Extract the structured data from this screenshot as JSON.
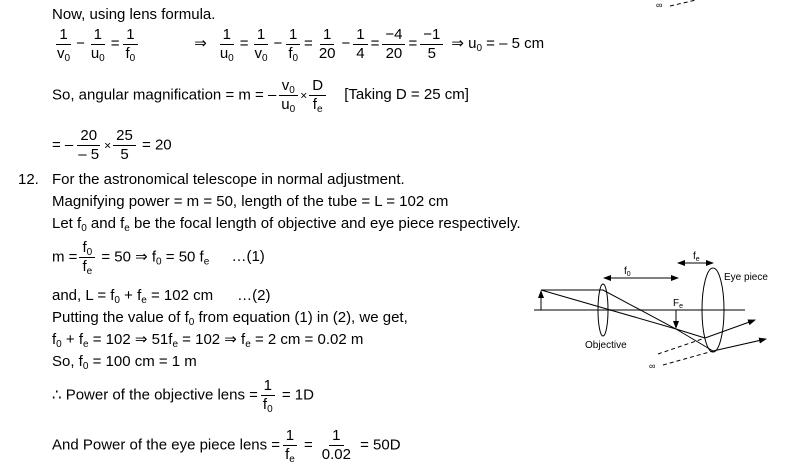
{
  "solution_11": {
    "intro": "Now, using lens formula.",
    "lens_formula": {
      "lhs": [
        {
          "n": "1",
          "d": "v",
          "ds": "0"
        },
        {
          "op": "−"
        },
        {
          "n": "1",
          "d": "u",
          "ds": "0"
        },
        {
          "op": "="
        },
        {
          "n": "1",
          "d": "f",
          "ds": "0"
        }
      ],
      "step": "⇒",
      "rhs": [
        {
          "n": "1",
          "d": "u",
          "ds": "0"
        },
        {
          "op": "="
        },
        {
          "n": "1",
          "d": "v",
          "ds": "0"
        },
        {
          "op": "−"
        },
        {
          "n": "1",
          "d": "f",
          "ds": "0"
        },
        {
          "op": "="
        },
        {
          "n": "1",
          "d": "20"
        },
        {
          "op": "−"
        },
        {
          "n": "1",
          "d": "4"
        },
        {
          "op": "="
        },
        {
          "n": "−4",
          "d": "20"
        },
        {
          "op": "="
        },
        {
          "n": "−1",
          "d": "5"
        }
      ],
      "result": "⇒ u",
      "result_sub": "0",
      "result_value": " = – 5 cm"
    },
    "magnification_prefix": "So, angular magnification = m = –",
    "magnification_note": "[Taking D = 25 cm]",
    "mag_frac1": {
      "n": "v",
      "ns": "0",
      "d": "u",
      "ds": "0"
    },
    "mag_frac2": {
      "n": "D",
      "d": "f",
      "ds": "e"
    },
    "times": "×",
    "calc_prefix": "= –",
    "calc_frac1": {
      "n": "20",
      "d": "– 5"
    },
    "calc_frac2": {
      "n": "25",
      "d": "5"
    },
    "calc_result": "= 20"
  },
  "solution_12": {
    "number": "12.",
    "line1": "For the astronomical telescope in normal adjustment.",
    "line2": "Magnifying power = m = 50, length of the tube = L = 102 cm",
    "line3": [
      "Let f",
      "0",
      " and f",
      "e",
      " be the focal length of objective and eye piece respectively."
    ],
    "eq1": {
      "prefix": "m =",
      "fn": "f",
      "fns": "0",
      "fd": "f",
      "fds": "e",
      "rest": [
        "= 50 ⇒ f",
        "0",
        " = 50 f",
        "e"
      ],
      "tag": "…(1)"
    },
    "eq2": {
      "parts": [
        "and, L = f",
        "0",
        " + f",
        "e",
        " = 102 cm"
      ],
      "tag": "…(2)"
    },
    "line_putting": [
      "Putting the value of f",
      "0",
      " from equation (1) in (2), we get,"
    ],
    "line_sum": [
      "f",
      "0",
      " + f",
      "e",
      " = 102 ⇒ 51f",
      "e",
      " = 102 ⇒ f",
      "e",
      " = 2 cm = 0.02 m"
    ],
    "line_so": [
      "So, f",
      "0",
      " = 100 cm = 1 m"
    ],
    "power_obj": {
      "prefix": "∴ Power of the objective lens =",
      "n": "1",
      "d": "f",
      "ds": "0",
      "result": "= 1D"
    },
    "power_eye": {
      "prefix": "And Power of the eye piece lens =",
      "n": "1",
      "d": "f",
      "ds": "e",
      "eq": "=",
      "n2": "1",
      "d2": "0.02",
      "result": "= 50D"
    }
  },
  "diagram": {
    "label_f0": "f",
    "label_f0_sub": "0",
    "label_fe": "f",
    "label_fe_sub": "e",
    "label_Fe": "F",
    "label_Fe_sub": "e",
    "label_eyepiece": "Eye piece",
    "label_objective": "Objective",
    "label_infinity": "∞"
  },
  "top_fragment": {
    "label_infinity": "∞"
  }
}
